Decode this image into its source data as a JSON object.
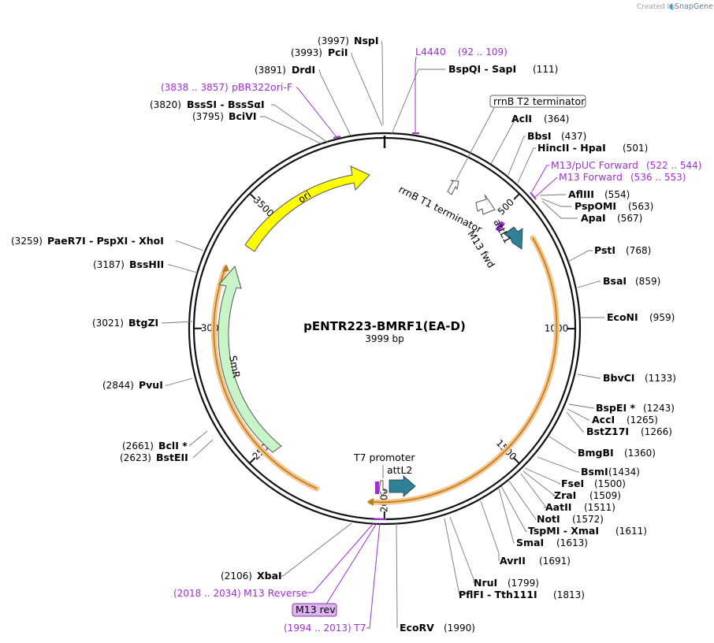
{
  "credit": {
    "prefix": "Created by",
    "brand": "SnapGene"
  },
  "plasmid": {
    "name": "pENTR223-BMRF1(EA-D)",
    "size_label": "3999 bp",
    "length": 3999
  },
  "ticks": [
    {
      "pos": 500,
      "label": "500"
    },
    {
      "pos": 1000,
      "label": "1000"
    },
    {
      "pos": 1500,
      "label": "1500"
    },
    {
      "pos": 2000,
      "label": "2000"
    },
    {
      "pos": 2500,
      "label": "2500"
    },
    {
      "pos": 3000,
      "label": "3000"
    },
    {
      "pos": 3500,
      "label": "3500"
    }
  ],
  "sites_right": [
    {
      "name": "SapI",
      "pos": "(111)"
    },
    {
      "name": "AclI",
      "pos": "(364)"
    },
    {
      "name": "BbsI",
      "pos": "(437)"
    },
    {
      "name": "HincII  -  HpaI",
      "pos": "(501)"
    },
    {
      "name": "AflIII",
      "pos": "(554)"
    },
    {
      "name": "PspOMI",
      "pos": "(563)"
    },
    {
      "name": "ApaI",
      "pos": "(567)"
    },
    {
      "name": "PstI",
      "pos": "(768)"
    },
    {
      "name": "BsaI",
      "pos": "(859)"
    },
    {
      "name": "EcoNI",
      "pos": "(959)"
    },
    {
      "name": "BbvCI",
      "pos": "(1133)"
    },
    {
      "name": "BspEI *",
      "pos": "(1243)"
    },
    {
      "name": "AccI",
      "pos": "(1265)"
    },
    {
      "name": "BstZ17I",
      "pos": "(1266)"
    },
    {
      "name": "BmgBI",
      "pos": "(1360)"
    },
    {
      "name": "BsmI",
      "pos": "(1434)"
    },
    {
      "name": "FseI",
      "pos": "(1500)"
    },
    {
      "name": "ZraI",
      "pos": "(1509)"
    },
    {
      "name": "AatII",
      "pos": "(1511)"
    },
    {
      "name": "NotI",
      "pos": "(1572)"
    },
    {
      "name": "TspMI  -  XmaI",
      "pos": "(1611)"
    },
    {
      "name": "SmaI",
      "pos": "(1613)"
    },
    {
      "name": "AvrII",
      "pos": "(1691)"
    },
    {
      "name": "NruI",
      "pos": "(1799)"
    },
    {
      "name": "PflFI  -  Tth111I",
      "pos": "(1813)"
    },
    {
      "name": "EcoRV",
      "pos": "(1990)"
    }
  ],
  "sites_left": [
    {
      "name": "NspI",
      "pos": "(3997)"
    },
    {
      "name": "PciI",
      "pos": "(3993)"
    },
    {
      "name": "DrdI",
      "pos": "(3891)"
    },
    {
      "name": "BssSI  -  BssSαI",
      "pos": "(3820)"
    },
    {
      "name": "BciVI",
      "pos": "(3795)"
    },
    {
      "name": "PaeR7I  -  PspXI  -  XhoI",
      "pos": "(3259)"
    },
    {
      "name": "BssHII",
      "pos": "(3187)"
    },
    {
      "name": "BtgZI",
      "pos": "(3021)"
    },
    {
      "name": "PvuI",
      "pos": "(2844)"
    },
    {
      "name": "BclI *",
      "pos": "(2661)"
    },
    {
      "name": "BstEII",
      "pos": "(2623)"
    },
    {
      "name": "XbaI",
      "pos": "(2106)"
    }
  ],
  "primers": [
    {
      "name": "L4440",
      "pos": "(92 .. 109)"
    },
    {
      "name": "pBR322ori-F",
      "pos": "(3838 .. 3857)"
    },
    {
      "name": "M13/pUC Forward",
      "pos": "(522 .. 544)"
    },
    {
      "name": "M13 Forward",
      "pos": "(536 .. 553)"
    },
    {
      "name": "M13 Reverse",
      "pos": "(2018 .. 2034)"
    },
    {
      "name": "M13 rev",
      "pos": ""
    },
    {
      "name": "T7",
      "pos": "(1994 .. 2013)"
    }
  ],
  "features": {
    "ori": "ori",
    "smr": "SmR",
    "rrnb_t1": "rrnB T1 terminator",
    "rrnb_t2": "rrnB T2 terminator",
    "m13_fwd": "M13 fwd",
    "attl1": "attL1",
    "attl2": "attL2",
    "t7_promoter": "T7 promoter"
  },
  "colors": {
    "ori": "#ffff00",
    "smr": "#c8f5c8",
    "att": "#2f8197",
    "primer": "#a12fd6",
    "insert_highlight": "#f6c48a",
    "insert_line": "#b87b1c"
  }
}
